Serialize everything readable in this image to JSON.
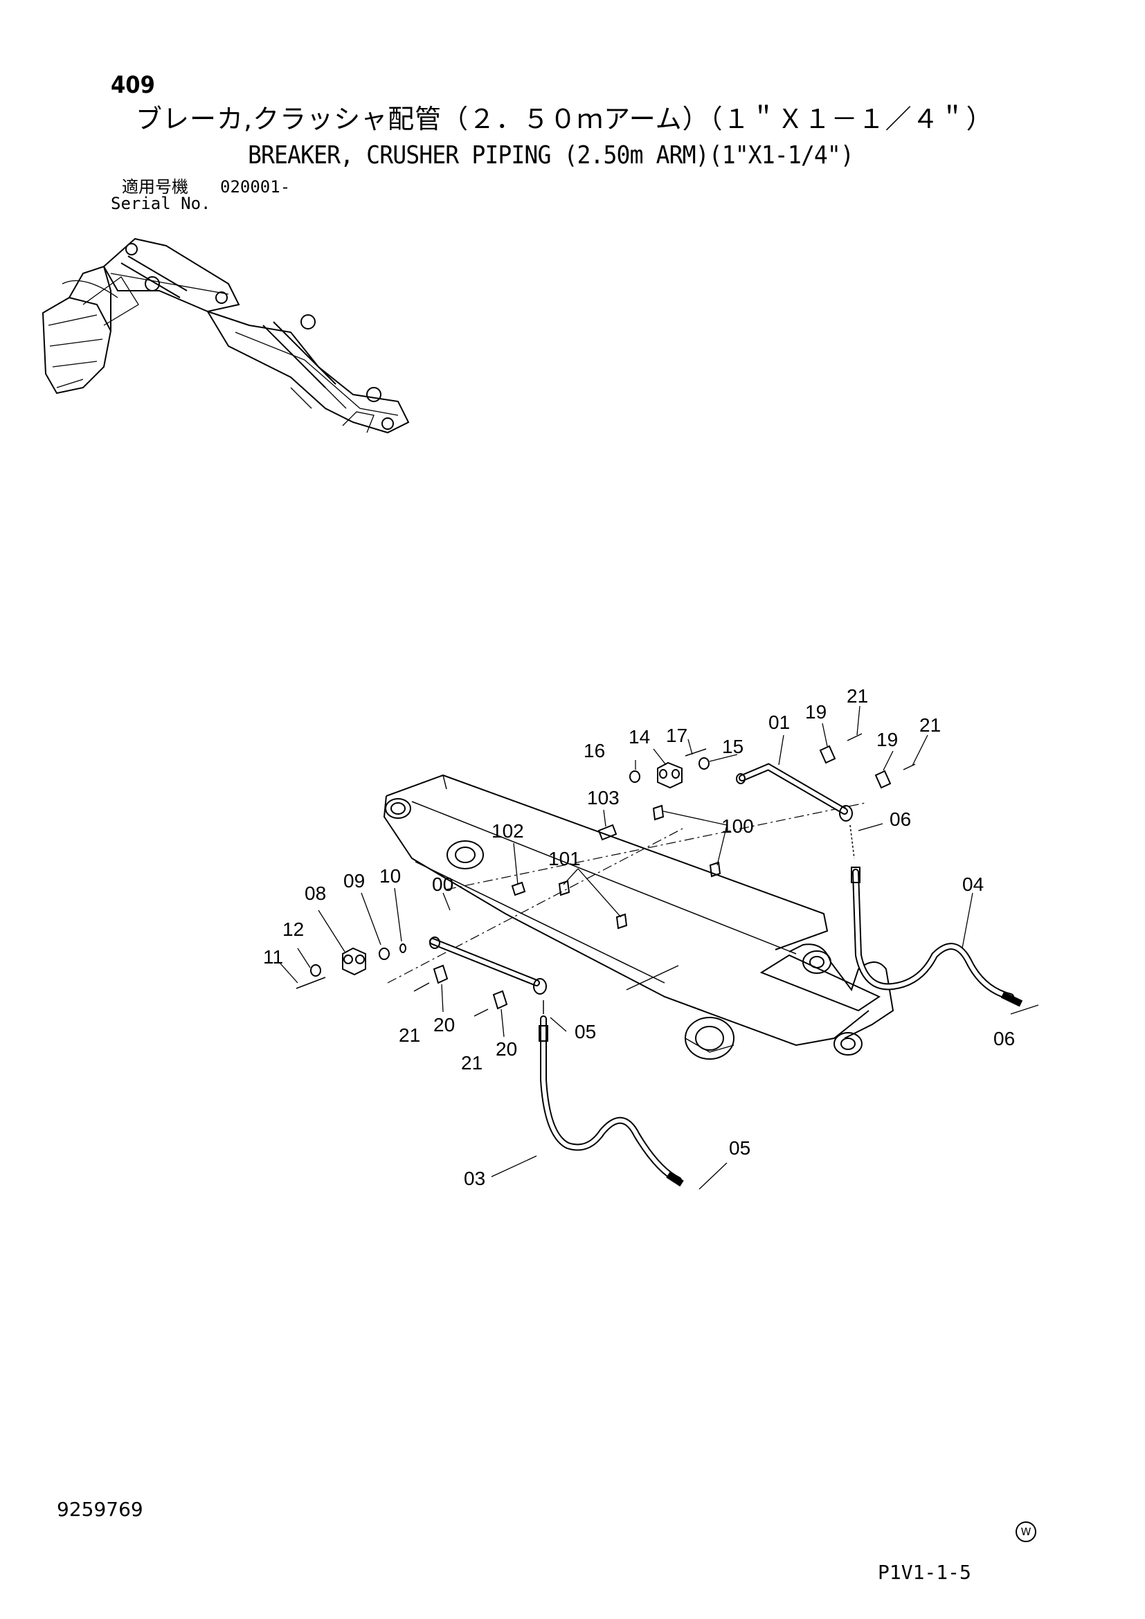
{
  "header": {
    "page_number": "409",
    "title_jp": "ブレーカ,クラッシャ配管（２．５０ｍアーム）（１＂Ｘ１－１／４＂）",
    "title_en": "BREAKER, CRUSHER PIPING (2.50m ARM)(1\"X1-1/4\")",
    "serial_label_jp": "適用号機",
    "serial_value": "020001-",
    "serial_label_en": "Serial No."
  },
  "callouts": {
    "c00": "00",
    "c01": "01",
    "c03": "03",
    "c04": "04",
    "c05a": "05",
    "c05b": "05",
    "c06a": "06",
    "c06b": "06",
    "c08": "08",
    "c09": "09",
    "c10": "10",
    "c11": "11",
    "c12": "12",
    "c14": "14",
    "c15": "15",
    "c16": "16",
    "c17": "17",
    "c19a": "19",
    "c19b": "19",
    "c20a": "20",
    "c20b": "20",
    "c21a": "21",
    "c21b": "21",
    "c21c": "21",
    "c21d": "21",
    "c100": "100",
    "c101": "101",
    "c102": "102",
    "c103": "103"
  },
  "footer": {
    "document_number": "9259769",
    "page_code": "P1V1-1-5",
    "mark": "W"
  }
}
